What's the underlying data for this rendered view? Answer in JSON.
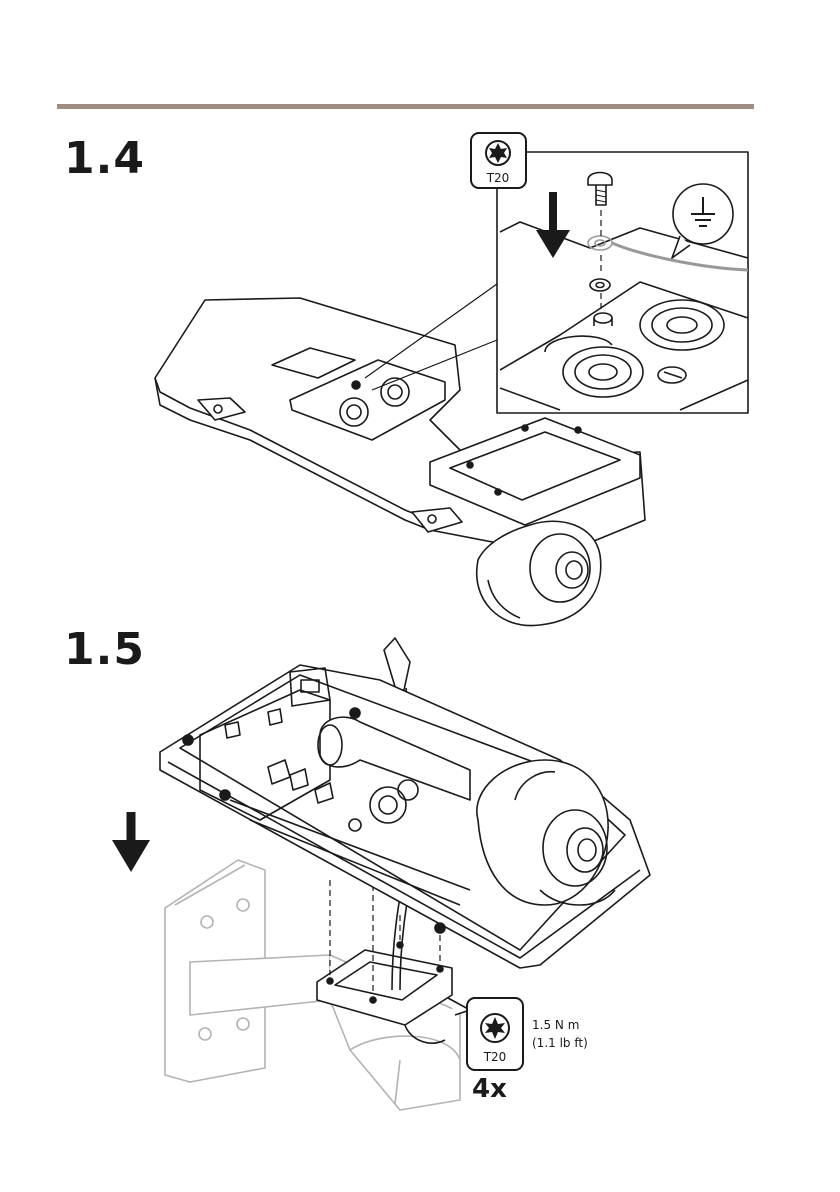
{
  "steps": [
    {
      "number": "1.4",
      "tool_label": "T20"
    },
    {
      "number": "1.5",
      "tool_label": "T20"
    }
  ],
  "torque": {
    "metric": "1.5 N m",
    "imperial": "(1.1 lb ft)"
  },
  "quantity": "4x",
  "colors": {
    "rule": "#a08c82",
    "line": "#1a1a1a",
    "gray": "#b3b3b3"
  },
  "icons": [
    "torx-t20-icon",
    "ground-symbol-icon",
    "down-arrow-icon"
  ]
}
